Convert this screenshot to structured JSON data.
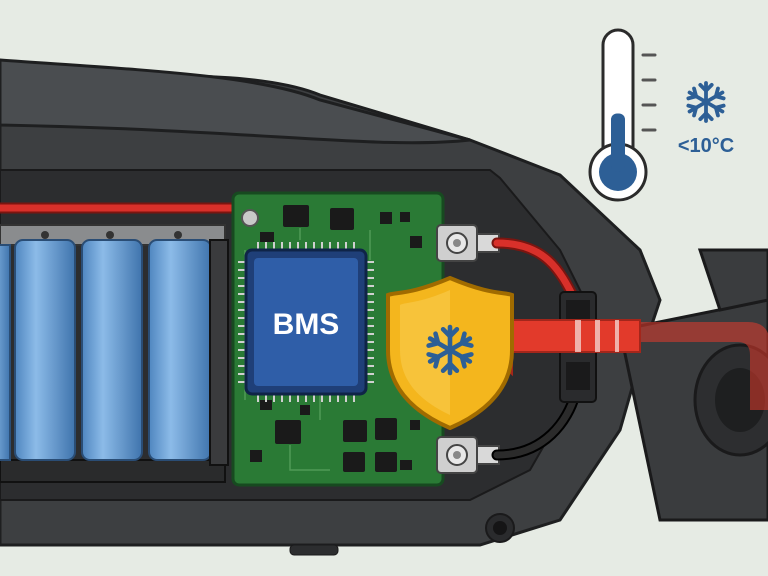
{
  "chip": {
    "label": "BMS"
  },
  "temperature": {
    "threshold_label": "<10°C"
  },
  "thermometer": {
    "level": 0.45
  },
  "colors": {
    "background": "#e6ebe4",
    "housing": "#3d3f41",
    "pcb": "#2a7a35",
    "chip": "#2f5ea8",
    "shield": "#f4b61d",
    "snowflake": "#2d5f96",
    "battery_cell": "#6aa3db",
    "arrow": "#e23a2b",
    "positive_wire": "#d8302a",
    "negative_wire": "#1d1d1d"
  },
  "icons": {
    "shield": "snowflake-shield-icon",
    "thermometer": "thermometer-icon",
    "cold": "snowflake-icon",
    "arrow": "incoming-charge-arrow"
  }
}
